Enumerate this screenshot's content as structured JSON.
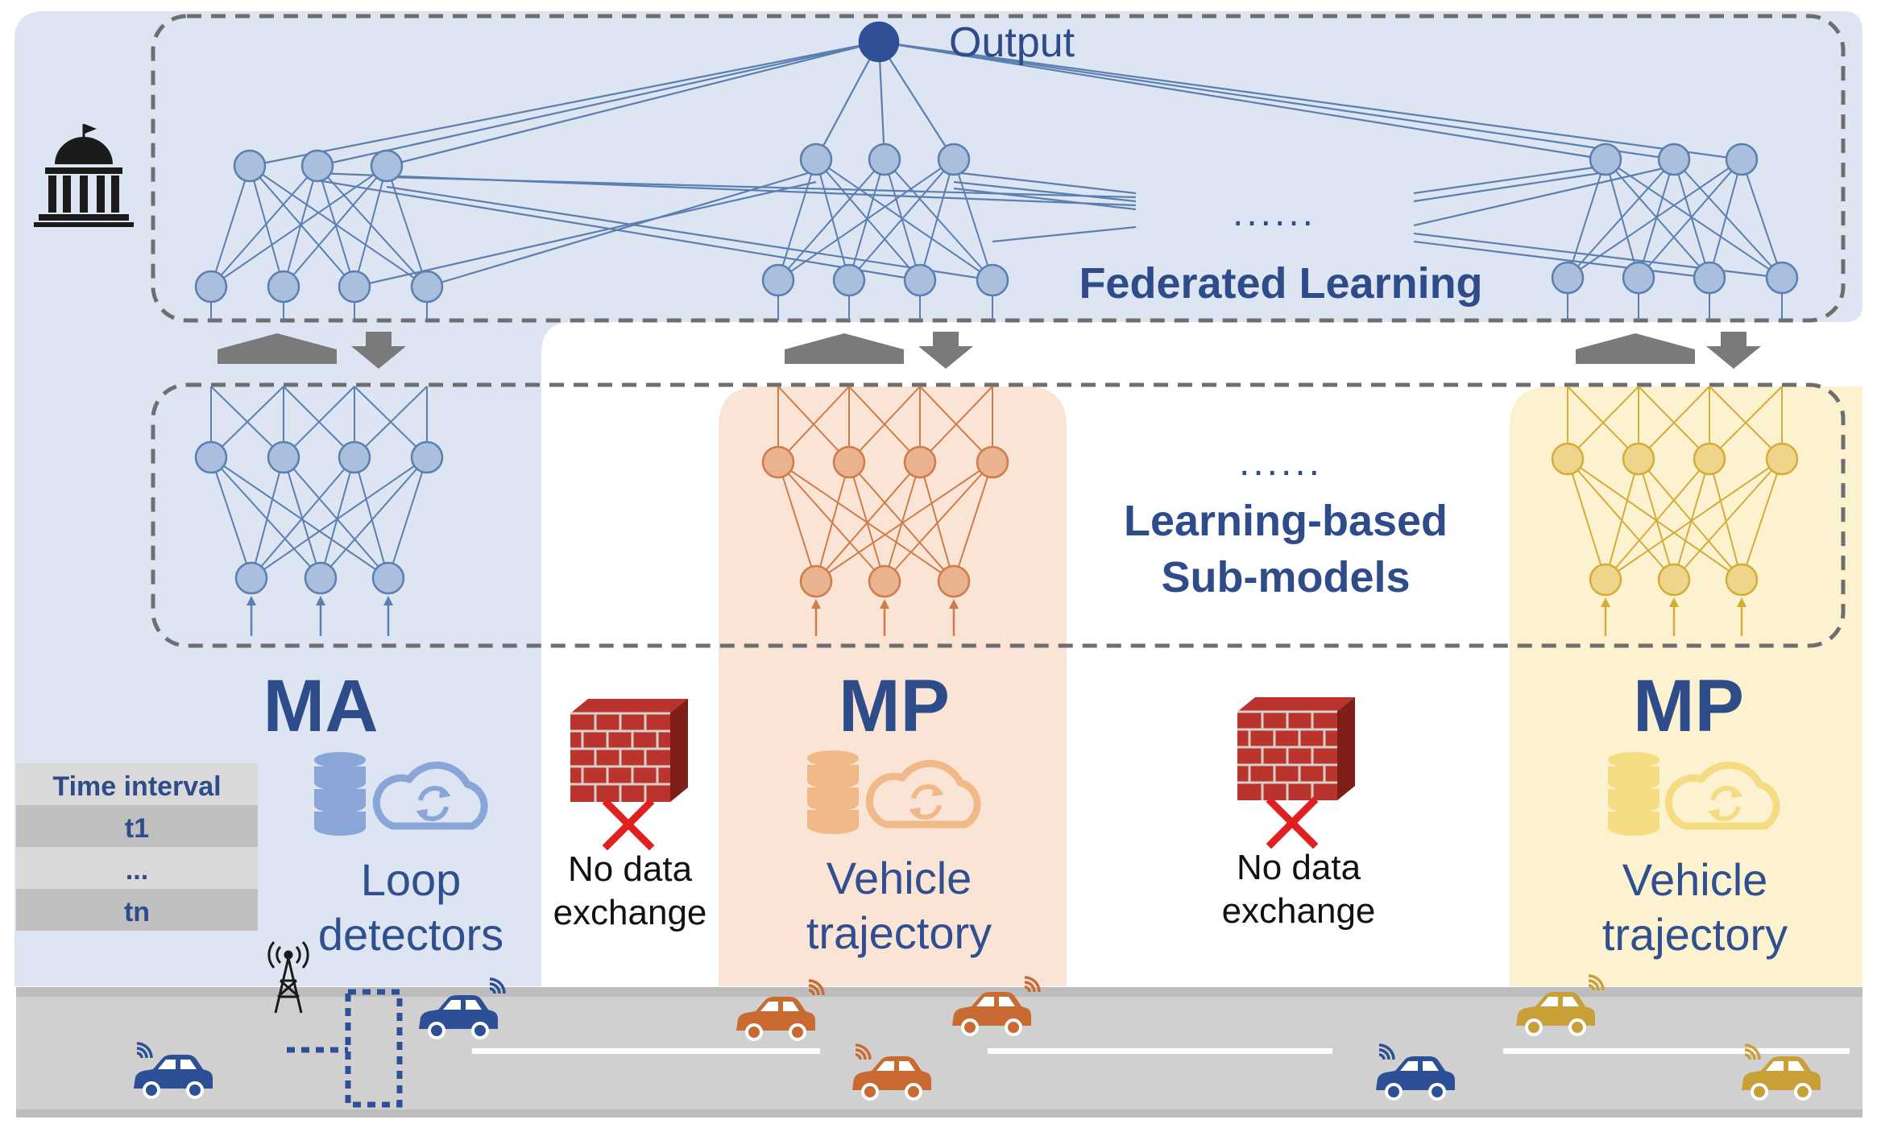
{
  "top": {
    "output_label": "Output",
    "federated_label": "Federated Learning",
    "ellipsis": "......"
  },
  "middle": {
    "ellipsis": "......",
    "submodels_line1": "Learning-based",
    "submodels_line2": "Sub-models"
  },
  "parties": [
    {
      "id": "ma",
      "title": "MA",
      "source_line1": "Loop",
      "source_line2": "detectors",
      "theme": "blue"
    },
    {
      "id": "mp1",
      "title": "MP",
      "source_line1": "Vehicle",
      "source_line2": "trajectory",
      "theme": "orange"
    },
    {
      "id": "mp2",
      "title": "MP",
      "source_line1": "Vehicle",
      "source_line2": "trajectory",
      "theme": "yellow"
    }
  ],
  "barriers": [
    {
      "line1": "No data",
      "line2": "exchange"
    },
    {
      "line1": "No data",
      "line2": "exchange"
    }
  ],
  "time_table": {
    "header": "Time interval",
    "rows": [
      "t1",
      "...",
      "tn"
    ]
  },
  "colors": {
    "panel_blue": "#dde4f2",
    "panel_orange": "#fae4d6",
    "panel_yellow": "#fcf2cf",
    "node_blue": "#a9bfdd",
    "edge_blue": "#5a7fb0",
    "node_orange": "#eab38f",
    "edge_orange": "#cf7c48",
    "node_yellow": "#eed58a",
    "edge_yellow": "#d3ac3a",
    "text_navy": "#2e4b8a",
    "text_blue": "#2f4f8f",
    "car_blue": "#2c4f96",
    "car_orange": "#c96a32",
    "car_yellow": "#c9a037",
    "road": "#d0d0d0",
    "cross": "#e02020"
  },
  "icons": [
    "government-building-icon",
    "database-icon",
    "cloud-sync-icon",
    "firewall-icon",
    "cross-icon",
    "car-icon",
    "cell-tower-icon",
    "loop-detector-icon"
  ]
}
